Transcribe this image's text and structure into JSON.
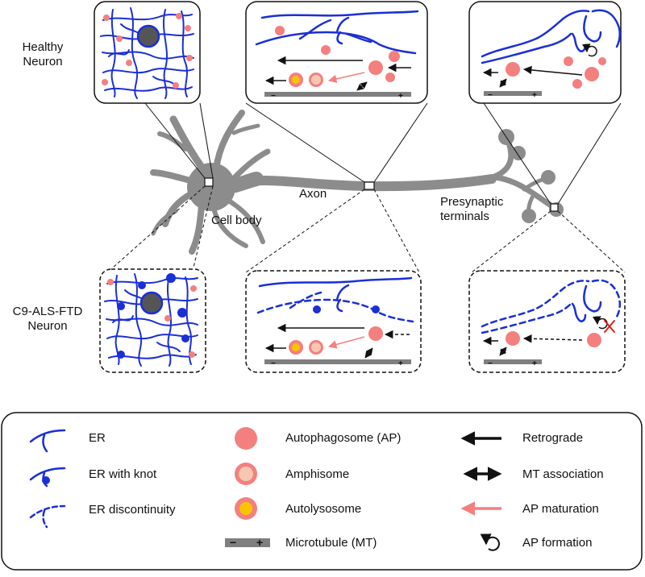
{
  "rows": {
    "healthy_line1": "Healthy",
    "healthy_line2": "Neuron",
    "disease_line1": "C9-ALS-FTD",
    "disease_line2": "Neuron"
  },
  "neuron": {
    "cell_body": "Cell body",
    "axon": "Axon",
    "terminals_line1": "Presynaptic",
    "terminals_line2": "terminals"
  },
  "legend": {
    "er": "ER",
    "er_knot": "ER with knot",
    "er_discontinuity": "ER discontinuity",
    "autophagosome": "Autophagosome (AP)",
    "amphisome": "Amphisome",
    "autolysosome": "Autolysosome",
    "microtubule": "Microtubule (MT)",
    "retrograde": "Retrograde",
    "mt_association": "MT association",
    "ap_maturation": "AP maturation",
    "ap_formation": "AP formation"
  },
  "colors": {
    "er": "#1a2fd6",
    "autophagosome": "#f47f7f",
    "amphisome_core": "#f6c7b1",
    "autolysosome_core": "#f7c500",
    "neuron": "#8c8c8c",
    "microtubule": "#7f7f7f",
    "maturation_arrow": "#f47f7f",
    "block_x": "#e02020"
  }
}
